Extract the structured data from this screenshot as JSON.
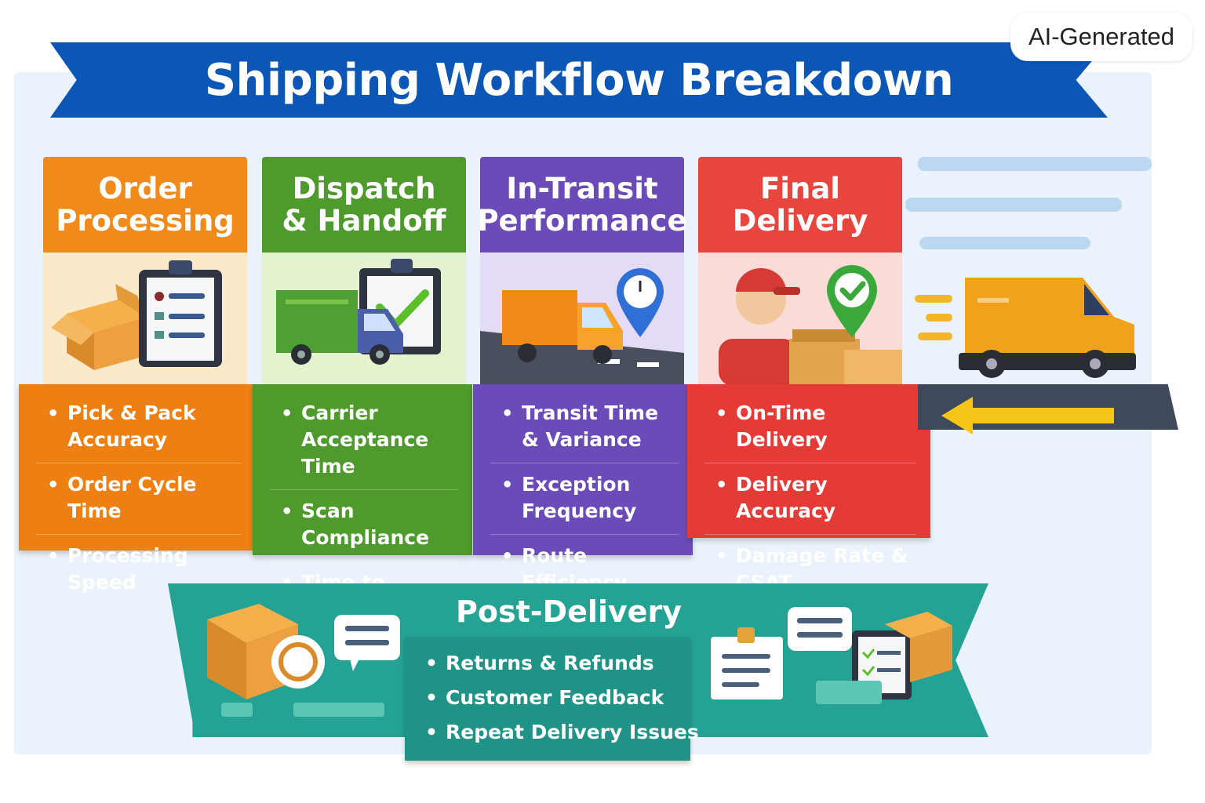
{
  "badge": "AI-Generated",
  "title": "Shipping Workflow Breakdown",
  "colors": {
    "title_banner": "#0c56b5",
    "order": "#f08a1a",
    "dispatch": "#4f9a2c",
    "transit": "#6a4bb8",
    "delivery": "#e8453e",
    "post_delivery": "#24a293"
  },
  "stages": [
    {
      "title_line1": "Order",
      "title_line2": "Processing",
      "icons": [
        "cardboard-box-icon",
        "clipboard-checklist-icon"
      ],
      "items": [
        "Pick & Pack Accuracy",
        "Order Cycle Time",
        "Processing Speed"
      ]
    },
    {
      "title_line1": "Dispatch",
      "title_line2": "& Handoff",
      "icons": [
        "delivery-truck-icon",
        "clipboard-check-icon"
      ],
      "items": [
        "Carrier Acceptance Time",
        "Scan Compliance",
        "Time to Dispatch"
      ]
    },
    {
      "title_line1": "In-Transit",
      "title_line2": "Performance",
      "icons": [
        "truck-on-road-icon",
        "clock-location-pin-icon"
      ],
      "items": [
        "Transit Time & Variance",
        "Exception Frequency",
        "Route Efficiency"
      ]
    },
    {
      "title_line1": "Final",
      "title_line2": "Delivery",
      "icons": [
        "courier-person-icon",
        "check-location-pin-icon"
      ],
      "items": [
        "On-Time Delivery",
        "Delivery Accuracy",
        "Damage Rate & CSAT"
      ]
    }
  ],
  "post_delivery": {
    "title": "Post-Delivery",
    "items": [
      "Returns & Refunds",
      "Customer Feedback",
      "Repeat Delivery Issues"
    ],
    "icons": [
      "return-box-icon",
      "chat-bubble-icon",
      "clipboard-note-icon",
      "checklist-icon",
      "box-icon"
    ]
  },
  "decor_icons": [
    "delivery-van-icon",
    "road-arrow-icon"
  ]
}
